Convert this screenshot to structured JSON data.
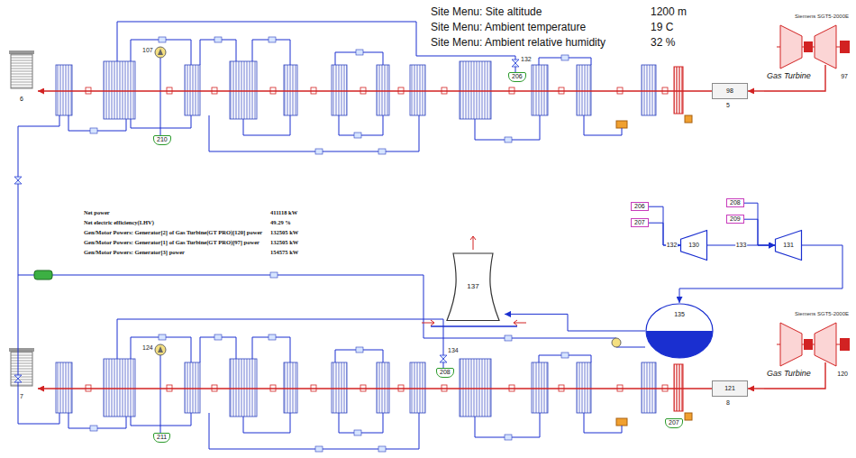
{
  "diagram": {
    "nodes": [
      {
        "text": [
          "6"
        ]
      },
      {
        "text": [
          "210"
        ]
      },
      {
        "text": [
          "206"
        ]
      },
      {
        "text": [
          "98"
        ]
      },
      {
        "text": [
          "Siemens SGT5-2000E",
          "97",
          "Gas Turbine"
        ]
      },
      {
        "text": [
          "206"
        ]
      },
      {
        "text": [
          "207"
        ]
      },
      {
        "text": [
          "130"
        ]
      },
      {
        "text": [
          "208"
        ]
      },
      {
        "text": [
          "209"
        ]
      },
      {
        "text": [
          "131"
        ]
      },
      {
        "text": [
          "137"
        ]
      },
      {
        "text": [
          "135"
        ]
      },
      {
        "text": [
          "7"
        ]
      },
      {
        "text": [
          "208"
        ]
      },
      {
        "text": [
          "211"
        ]
      },
      {
        "text": [
          "207"
        ]
      },
      {
        "text": [
          "121"
        ]
      },
      {
        "text": [
          "Siemens SGT5-2000E",
          "120",
          "Gas Turbine"
        ]
      }
    ],
    "edges": [
      {
        "from": 4,
        "to": 3,
        "arrow": "to"
      },
      {
        "from": 3,
        "to": 0,
        "arrow": "to"
      },
      {
        "from": 5,
        "to": 7,
        "arrow": "to",
        "label": "132"
      },
      {
        "from": 6,
        "to": 7,
        "arrow": "to"
      },
      {
        "from": 7,
        "to": 10,
        "arrow": "to",
        "label": "133"
      },
      {
        "from": 8,
        "to": 10,
        "arrow": "to"
      },
      {
        "from": 9,
        "to": 10,
        "arrow": "to"
      },
      {
        "from": 10,
        "to": 12,
        "arrow": "to"
      },
      {
        "from": 12,
        "to": 11,
        "arrow": "to"
      },
      {
        "from": 18,
        "to": 17,
        "arrow": "to"
      },
      {
        "from": 17,
        "to": 13,
        "arrow": "to"
      }
    ],
    "labels": [
      "Site Menu: Site altitude",
      "1200 m",
      "Site Menu: Ambient temperature",
      "19 C",
      "Site Menu: Ambient relative humidity",
      "32 %",
      "Net power",
      "411118 kW",
      "Net electric efficiency(LHV)",
      "49.29 %",
      "Gen/Motor Powers: Generator[2] of Gas Turbine(GT PRO)[120] power",
      "132505 kW",
      "Gen/Motor Powers: Generator[1] of Gas Turbine(GT PRO)[97] power",
      "132505 kW",
      "Gen/Motor Powers: Generator[3] power",
      "154575 kW",
      "107",
      "124",
      "132",
      "134",
      "5",
      "8"
    ]
  }
}
